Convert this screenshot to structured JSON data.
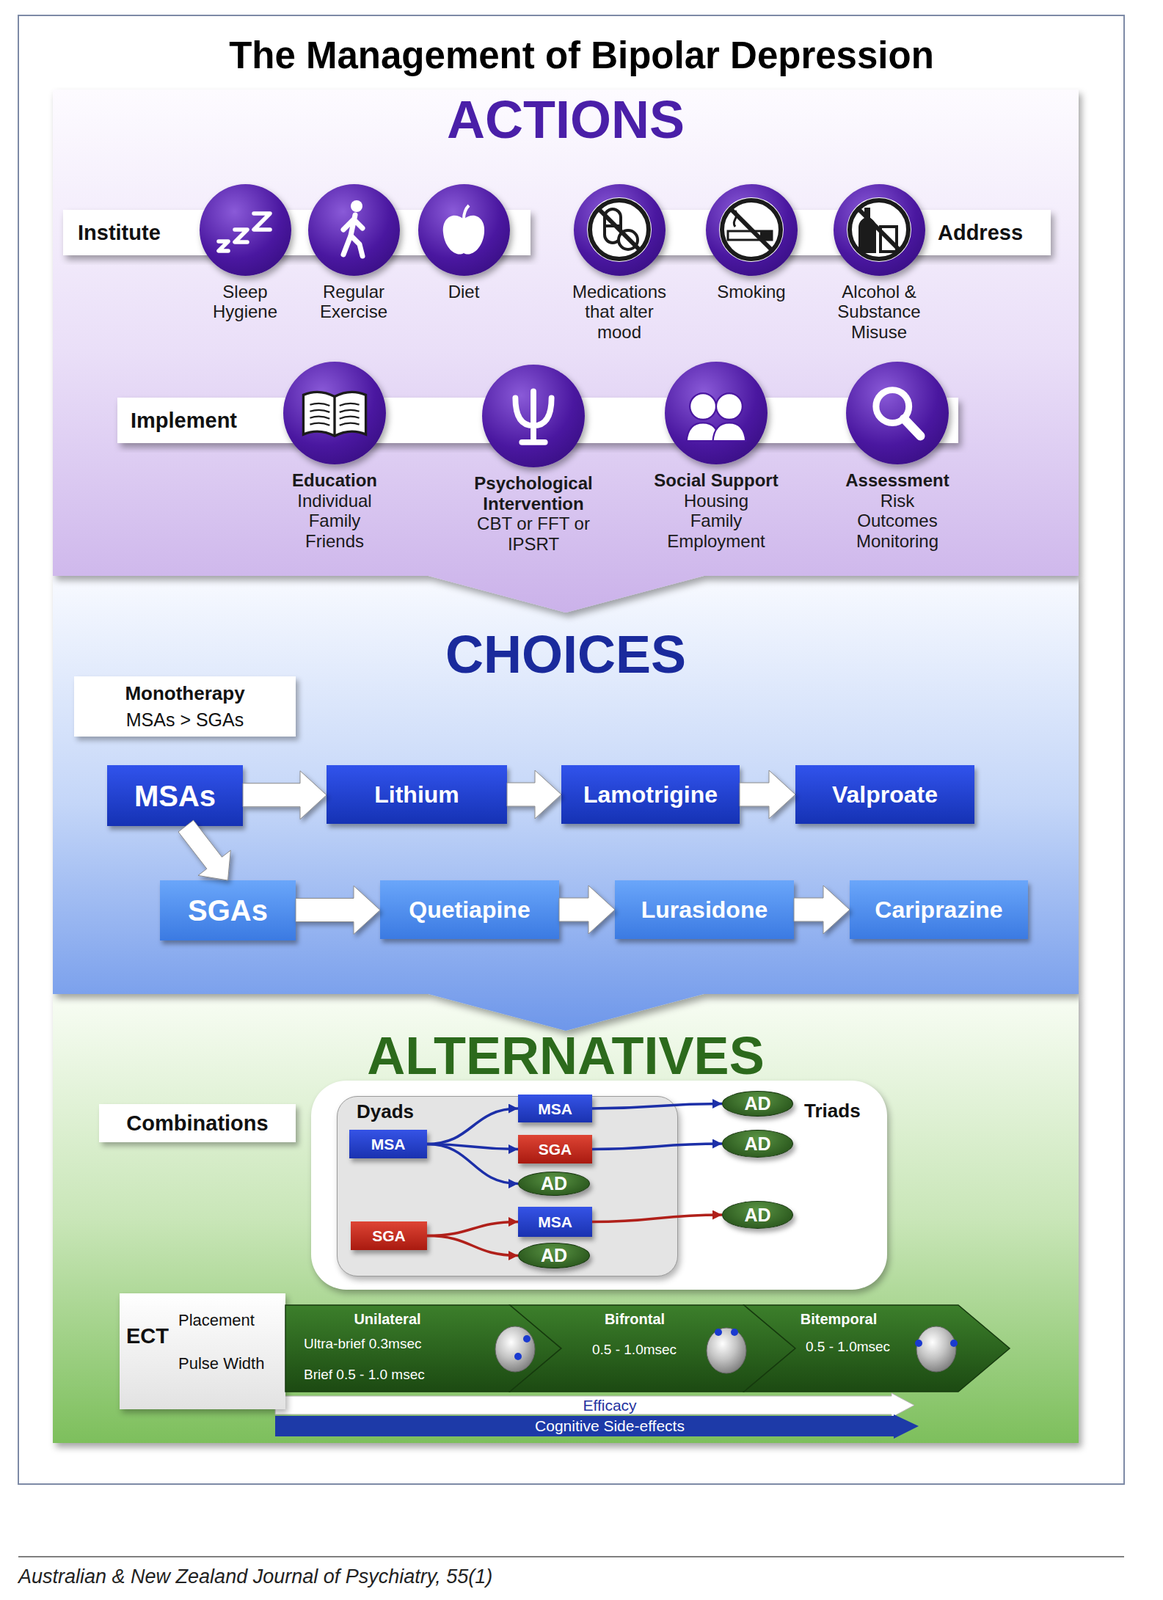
{
  "diagram": {
    "title": "The Management of Bipolar Depression",
    "caption": "Australian & New Zealand Journal of Psychiatry, 55(1)",
    "nodes": [
      {
        "text": [
          "ACTIONS"
        ]
      },
      {
        "text": [
          "Institute"
        ],
        "in": 0
      },
      {
        "text": [
          "Sleep Hygiene"
        ],
        "in": 0
      },
      {
        "text": [
          "Regular Exercise"
        ],
        "in": 0
      },
      {
        "text": [
          "Diet"
        ],
        "in": 0
      },
      {
        "text": [
          "Medications that alter mood"
        ],
        "in": 0
      },
      {
        "text": [
          "Smoking"
        ],
        "in": 0
      },
      {
        "text": [
          "Alcohol & Substance Misuse"
        ],
        "in": 0
      },
      {
        "text": [
          "Address"
        ],
        "in": 0
      },
      {
        "text": [
          "Implement"
        ],
        "in": 0
      },
      {
        "text": [
          "Education",
          "Individual Family Friends"
        ],
        "in": 0
      },
      {
        "text": [
          "Psychological Intervention",
          "CBT or FFT or IPSRT"
        ],
        "in": 0
      },
      {
        "text": [
          "Social Support",
          "Housing Family Employment"
        ],
        "in": 0
      },
      {
        "text": [
          "Assessment",
          "Risk Outcomes Monitoring"
        ],
        "in": 0
      },
      {
        "text": [
          "CHOICES"
        ]
      },
      {
        "text": [
          "Monotherapy",
          "MSAs > SGAs"
        ],
        "in": 14
      },
      {
        "text": [
          "MSAs"
        ],
        "in": 14
      },
      {
        "text": [
          "Lithium"
        ],
        "in": 14
      },
      {
        "text": [
          "Lamotrigine"
        ],
        "in": 14
      },
      {
        "text": [
          "Valproate"
        ],
        "in": 14
      },
      {
        "text": [
          "SGAs"
        ],
        "in": 14
      },
      {
        "text": [
          "Quetiapine"
        ],
        "in": 14
      },
      {
        "text": [
          "Lurasidone"
        ],
        "in": 14
      },
      {
        "text": [
          "Cariprazine"
        ],
        "in": 14
      },
      {
        "text": [
          "ALTERNATIVES"
        ]
      },
      {
        "text": [
          "Combinations"
        ],
        "in": 24
      },
      {
        "text": [
          "Triads"
        ],
        "in": 24
      },
      {
        "text": [
          "Dyads"
        ],
        "in": 26
      },
      {
        "text": [
          "MSA"
        ],
        "in": 27
      },
      {
        "text": [
          "MSA"
        ],
        "in": 27
      },
      {
        "text": [
          "SGA"
        ],
        "in": 27
      },
      {
        "text": [
          "AD"
        ],
        "in": 27
      },
      {
        "text": [
          "SGA"
        ],
        "in": 27
      },
      {
        "text": [
          "MSA"
        ],
        "in": 27
      },
      {
        "text": [
          "AD"
        ],
        "in": 27
      },
      {
        "text": [
          "AD"
        ],
        "in": 26
      },
      {
        "text": [
          "AD"
        ],
        "in": 26
      },
      {
        "text": [
          "AD"
        ],
        "in": 26
      },
      {
        "text": [
          "ECT",
          "Placement",
          "Pulse Width"
        ],
        "in": 24
      },
      {
        "text": [
          "Unilateral",
          "Ultra-brief 0.3msec",
          "Brief 0.5 - 1.0 msec"
        ],
        "in": 24
      },
      {
        "text": [
          "Bifrontal",
          "0.5 - 1.0msec"
        ],
        "in": 24
      },
      {
        "text": [
          "Bitemporal",
          "0.5 - 1.0msec"
        ],
        "in": 24
      }
    ],
    "edges": [
      {
        "from": 16,
        "to": 17,
        "arrow": "to"
      },
      {
        "from": 17,
        "to": 18,
        "arrow": "to"
      },
      {
        "from": 18,
        "to": 19,
        "arrow": "to"
      },
      {
        "from": 16,
        "to": 20,
        "arrow": "to"
      },
      {
        "from": 20,
        "to": 21,
        "arrow": "to"
      },
      {
        "from": 21,
        "to": 22,
        "arrow": "to"
      },
      {
        "from": 22,
        "to": 23,
        "arrow": "to"
      },
      {
        "from": 28,
        "to": 29,
        "arrow": "to"
      },
      {
        "from": 28,
        "to": 30,
        "arrow": "to"
      },
      {
        "from": 28,
        "to": 31,
        "arrow": "to"
      },
      {
        "from": 32,
        "to": 33,
        "arrow": "to"
      },
      {
        "from": 32,
        "to": 34,
        "arrow": "to"
      },
      {
        "from": 29,
        "to": 35,
        "arrow": "to"
      },
      {
        "from": 30,
        "to": 36,
        "arrow": "to"
      },
      {
        "from": 33,
        "to": 37,
        "arrow": "to"
      }
    ],
    "labels": [
      "Efficacy",
      "Cognitive Side-effects"
    ]
  }
}
